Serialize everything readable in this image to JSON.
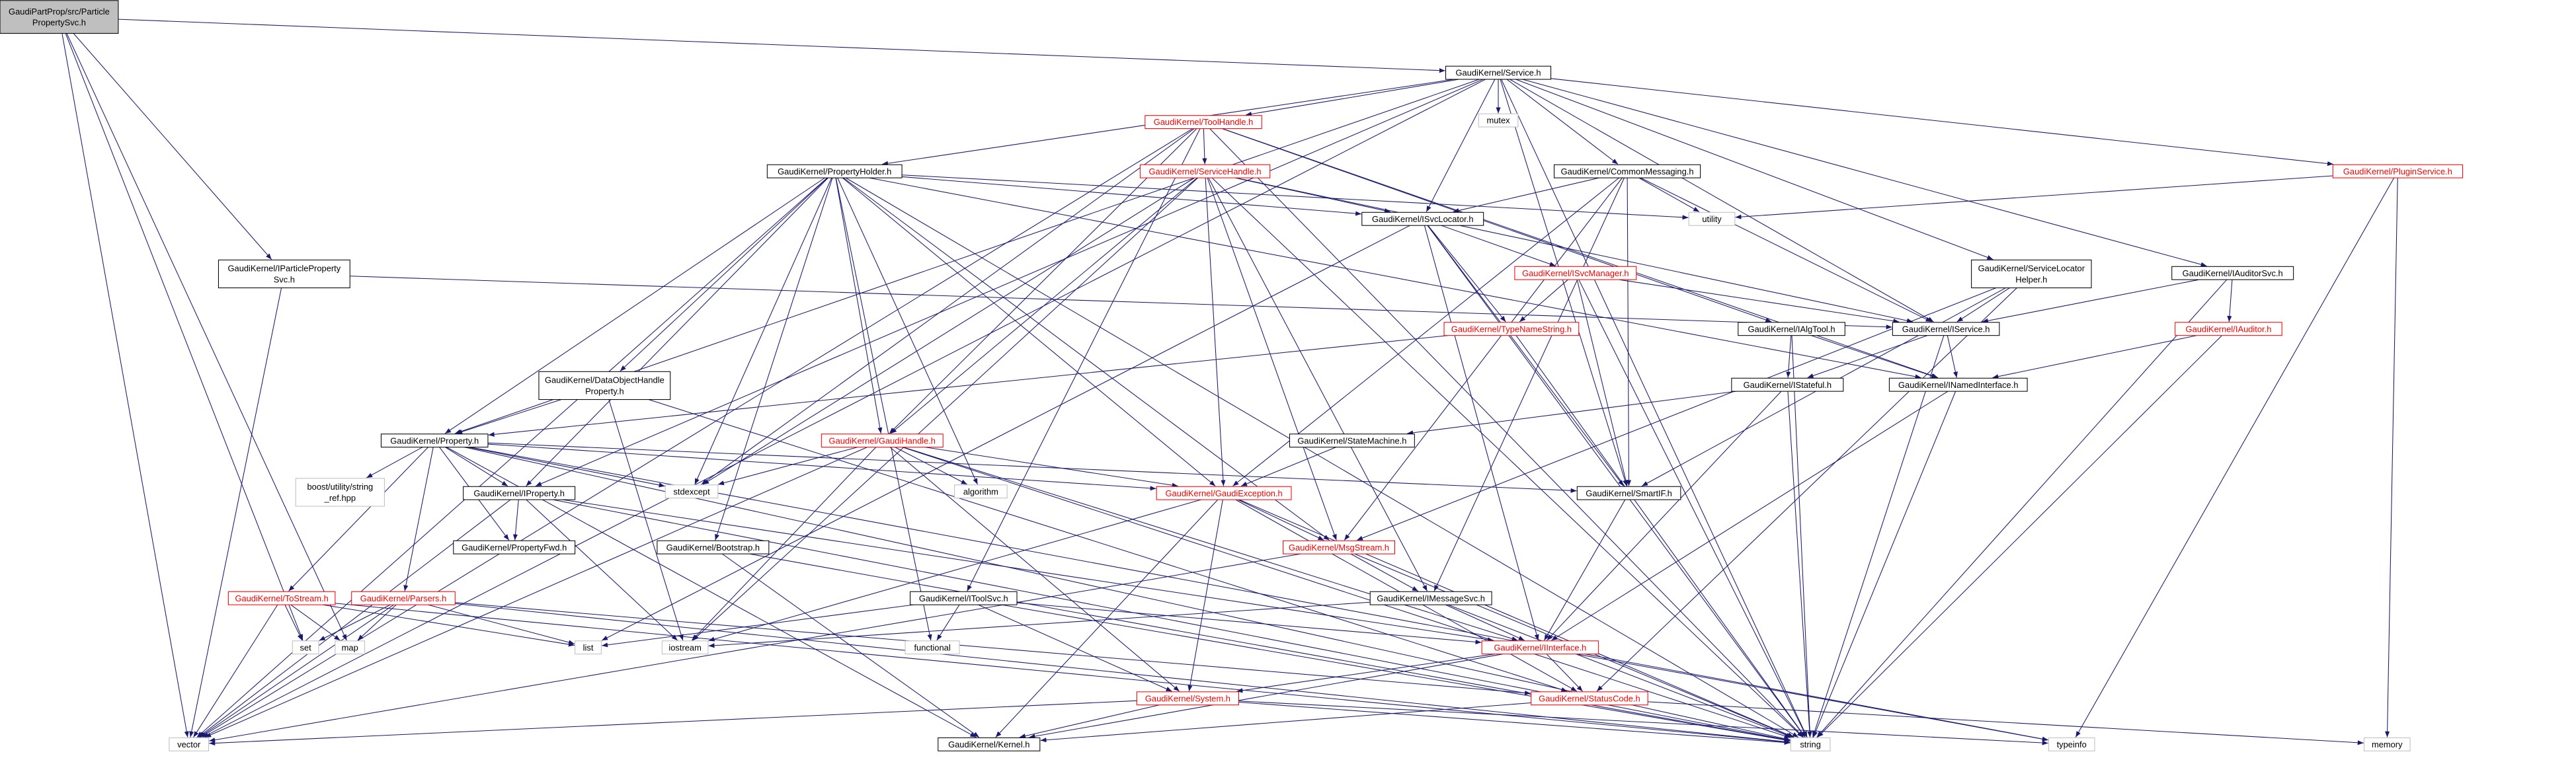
{
  "colors": {
    "edge": "#191970",
    "node_border": "#000000",
    "node_fill": "#ffffff",
    "main_fill": "#bfbfbf",
    "red_node": "#ff0000",
    "system_border": "#bfbfbf",
    "text": "#000000"
  },
  "nodes": [
    {
      "lines": [
        "GaudiPartProp/src/Particle",
        "PropertySvc.h"
      ],
      "type": "main"
    },
    {
      "lines": [
        "GaudiKernel/Service.h"
      ],
      "type": "header"
    },
    {
      "lines": [
        "mutex"
      ],
      "type": "system"
    },
    {
      "lines": [
        "GaudiKernel/ToolHandle.h"
      ],
      "type": "red"
    },
    {
      "lines": [
        "GaudiKernel/CommonMessaging.h"
      ],
      "type": "header"
    },
    {
      "lines": [
        "GaudiKernel/PropertyHolder.h"
      ],
      "type": "header"
    },
    {
      "lines": [
        "GaudiKernel/ServiceHandle.h"
      ],
      "type": "red"
    },
    {
      "lines": [
        "utility"
      ],
      "type": "system"
    },
    {
      "lines": [
        "GaudiKernel/ISvcLocator.h"
      ],
      "type": "header"
    },
    {
      "lines": [
        "GaudiKernel/PluginService.h"
      ],
      "type": "red"
    },
    {
      "lines": [
        "GaudiKernel/IParticleProperty",
        "Svc.h"
      ],
      "type": "header"
    },
    {
      "lines": [
        "GaudiKernel/ServiceLocator",
        "Helper.h"
      ],
      "type": "header"
    },
    {
      "lines": [
        "GaudiKernel/IAuditorSvc.h"
      ],
      "type": "header"
    },
    {
      "lines": [
        "GaudiKernel/ISvcManager.h"
      ],
      "type": "red"
    },
    {
      "lines": [
        "GaudiKernel/TypeNameString.h"
      ],
      "type": "red"
    },
    {
      "lines": [
        "GaudiKernel/IAlgTool.h"
      ],
      "type": "header"
    },
    {
      "lines": [
        "GaudiKernel/IService.h"
      ],
      "type": "header"
    },
    {
      "lines": [
        "GaudiKernel/IAuditor.h"
      ],
      "type": "red"
    },
    {
      "lines": [
        "GaudiKernel/DataObjectHandle",
        "Property.h"
      ],
      "type": "header"
    },
    {
      "lines": [
        "GaudiKernel/IStateful.h"
      ],
      "type": "header"
    },
    {
      "lines": [
        "GaudiKernel/INamedInterface.h"
      ],
      "type": "header"
    },
    {
      "lines": [
        "GaudiKernel/Property.h"
      ],
      "type": "header"
    },
    {
      "lines": [
        "GaudiKernel/GaudiHandle.h"
      ],
      "type": "red"
    },
    {
      "lines": [
        "GaudiKernel/StateMachine.h"
      ],
      "type": "header"
    },
    {
      "lines": [
        "boost/utility/string",
        "_ref.hpp"
      ],
      "type": "system"
    },
    {
      "lines": [
        "GaudiKernel/IProperty.h"
      ],
      "type": "header"
    },
    {
      "lines": [
        "stdexcept"
      ],
      "type": "system"
    },
    {
      "lines": [
        "algorithm"
      ],
      "type": "system"
    },
    {
      "lines": [
        "GaudiKernel/SmartIF.h"
      ],
      "type": "header"
    },
    {
      "lines": [
        "GaudiKernel/GaudiException.h"
      ],
      "type": "red"
    },
    {
      "lines": [
        "GaudiKernel/PropertyFwd.h"
      ],
      "type": "header"
    },
    {
      "lines": [
        "GaudiKernel/Bootstrap.h"
      ],
      "type": "header"
    },
    {
      "lines": [
        "GaudiKernel/MsgStream.h"
      ],
      "type": "red"
    },
    {
      "lines": [
        "GaudiKernel/ToStream.h"
      ],
      "type": "red"
    },
    {
      "lines": [
        "GaudiKernel/Parsers.h"
      ],
      "type": "red"
    },
    {
      "lines": [
        "GaudiKernel/IToolSvc.h"
      ],
      "type": "header"
    },
    {
      "lines": [
        "GaudiKernel/IMessageSvc.h"
      ],
      "type": "header"
    },
    {
      "lines": [
        "set"
      ],
      "type": "system"
    },
    {
      "lines": [
        "map"
      ],
      "type": "system"
    },
    {
      "lines": [
        "list"
      ],
      "type": "system"
    },
    {
      "lines": [
        "iostream"
      ],
      "type": "system"
    },
    {
      "lines": [
        "functional"
      ],
      "type": "system"
    },
    {
      "lines": [
        "GaudiKernel/IInterface.h"
      ],
      "type": "red"
    },
    {
      "lines": [
        "GaudiKernel/System.h"
      ],
      "type": "red"
    },
    {
      "lines": [
        "GaudiKernel/StatusCode.h"
      ],
      "type": "red"
    },
    {
      "lines": [
        "vector"
      ],
      "type": "system"
    },
    {
      "lines": [
        "GaudiKernel/Kernel.h"
      ],
      "type": "header"
    },
    {
      "lines": [
        "string"
      ],
      "type": "system"
    },
    {
      "lines": [
        "typeinfo"
      ],
      "type": "system"
    },
    {
      "lines": [
        "memory"
      ],
      "type": "system"
    }
  ],
  "edges": [
    [
      0,
      1
    ],
    [
      0,
      10
    ],
    [
      0,
      37
    ],
    [
      0,
      38
    ],
    [
      0,
      45
    ],
    [
      1,
      2
    ],
    [
      1,
      3
    ],
    [
      1,
      4
    ],
    [
      1,
      5
    ],
    [
      1,
      8
    ],
    [
      1,
      9
    ],
    [
      1,
      11
    ],
    [
      1,
      12
    ],
    [
      1,
      16
    ],
    [
      1,
      21
    ],
    [
      1,
      25
    ],
    [
      1,
      28
    ],
    [
      1,
      45
    ],
    [
      1,
      47
    ],
    [
      3,
      6
    ],
    [
      3,
      15
    ],
    [
      3,
      20
    ],
    [
      3,
      22
    ],
    [
      3,
      26
    ],
    [
      3,
      35
    ],
    [
      3,
      45
    ],
    [
      3,
      47
    ],
    [
      4,
      7
    ],
    [
      4,
      8
    ],
    [
      4,
      16
    ],
    [
      4,
      28
    ],
    [
      4,
      29
    ],
    [
      4,
      32
    ],
    [
      4,
      36
    ],
    [
      5,
      7
    ],
    [
      5,
      8
    ],
    [
      5,
      18
    ],
    [
      5,
      20
    ],
    [
      5,
      21
    ],
    [
      5,
      22
    ],
    [
      5,
      25
    ],
    [
      5,
      26
    ],
    [
      5,
      27
    ],
    [
      5,
      29
    ],
    [
      5,
      31
    ],
    [
      5,
      32
    ],
    [
      5,
      41
    ],
    [
      5,
      45
    ],
    [
      5,
      47
    ],
    [
      6,
      8
    ],
    [
      6,
      16
    ],
    [
      6,
      22
    ],
    [
      6,
      26
    ],
    [
      6,
      29
    ],
    [
      6,
      32
    ],
    [
      6,
      36
    ],
    [
      6,
      40
    ],
    [
      6,
      47
    ],
    [
      8,
      13
    ],
    [
      8,
      14
    ],
    [
      8,
      28
    ],
    [
      8,
      39
    ],
    [
      8,
      42
    ],
    [
      8,
      47
    ],
    [
      9,
      7
    ],
    [
      9,
      48
    ],
    [
      9,
      49
    ],
    [
      10,
      16
    ],
    [
      10,
      45
    ],
    [
      11,
      16
    ],
    [
      11,
      28
    ],
    [
      11,
      32
    ],
    [
      11,
      44
    ],
    [
      12,
      16
    ],
    [
      12,
      17
    ],
    [
      12,
      47
    ],
    [
      13,
      14
    ],
    [
      13,
      16
    ],
    [
      13,
      28
    ],
    [
      13,
      47
    ],
    [
      14,
      21
    ],
    [
      14,
      47
    ],
    [
      15,
      19
    ],
    [
      15,
      20
    ],
    [
      15,
      47
    ],
    [
      16,
      19
    ],
    [
      16,
      20
    ],
    [
      16,
      47
    ],
    [
      17,
      20
    ],
    [
      17,
      47
    ],
    [
      18,
      21
    ],
    [
      18,
      40
    ],
    [
      18,
      44
    ],
    [
      19,
      23
    ],
    [
      19,
      42
    ],
    [
      19,
      47
    ],
    [
      20,
      42
    ],
    [
      20,
      47
    ],
    [
      21,
      24
    ],
    [
      21,
      25
    ],
    [
      21,
      26
    ],
    [
      21,
      28
    ],
    [
      21,
      29
    ],
    [
      21,
      30
    ],
    [
      21,
      33
    ],
    [
      21,
      34
    ],
    [
      21,
      46
    ],
    [
      21,
      47
    ],
    [
      21,
      48
    ],
    [
      22,
      26
    ],
    [
      22,
      27
    ],
    [
      22,
      29
    ],
    [
      22,
      40
    ],
    [
      22,
      42
    ],
    [
      22,
      43
    ],
    [
      22,
      45
    ],
    [
      22,
      47
    ],
    [
      23,
      29
    ],
    [
      25,
      30
    ],
    [
      25,
      40
    ],
    [
      25,
      42
    ],
    [
      25,
      45
    ],
    [
      25,
      47
    ],
    [
      28,
      42
    ],
    [
      29,
      32
    ],
    [
      29,
      40
    ],
    [
      29,
      43
    ],
    [
      29,
      44
    ],
    [
      29,
      46
    ],
    [
      29,
      47
    ],
    [
      31,
      46
    ],
    [
      31,
      47
    ],
    [
      32,
      36
    ],
    [
      32,
      45
    ],
    [
      32,
      47
    ],
    [
      33,
      37
    ],
    [
      33,
      38
    ],
    [
      33,
      39
    ],
    [
      33,
      45
    ],
    [
      33,
      47
    ],
    [
      34,
      37
    ],
    [
      34,
      38
    ],
    [
      34,
      39
    ],
    [
      34,
      44
    ],
    [
      34,
      45
    ],
    [
      34,
      47
    ],
    [
      35,
      39
    ],
    [
      35,
      41
    ],
    [
      35,
      42
    ],
    [
      35,
      43
    ],
    [
      35,
      47
    ],
    [
      36,
      40
    ],
    [
      36,
      42
    ],
    [
      36,
      47
    ],
    [
      42,
      43
    ],
    [
      42,
      44
    ],
    [
      42,
      46
    ],
    [
      42,
      48
    ],
    [
      43,
      45
    ],
    [
      43,
      46
    ],
    [
      43,
      47
    ],
    [
      43,
      48
    ],
    [
      44,
      46
    ],
    [
      44,
      49
    ]
  ]
}
